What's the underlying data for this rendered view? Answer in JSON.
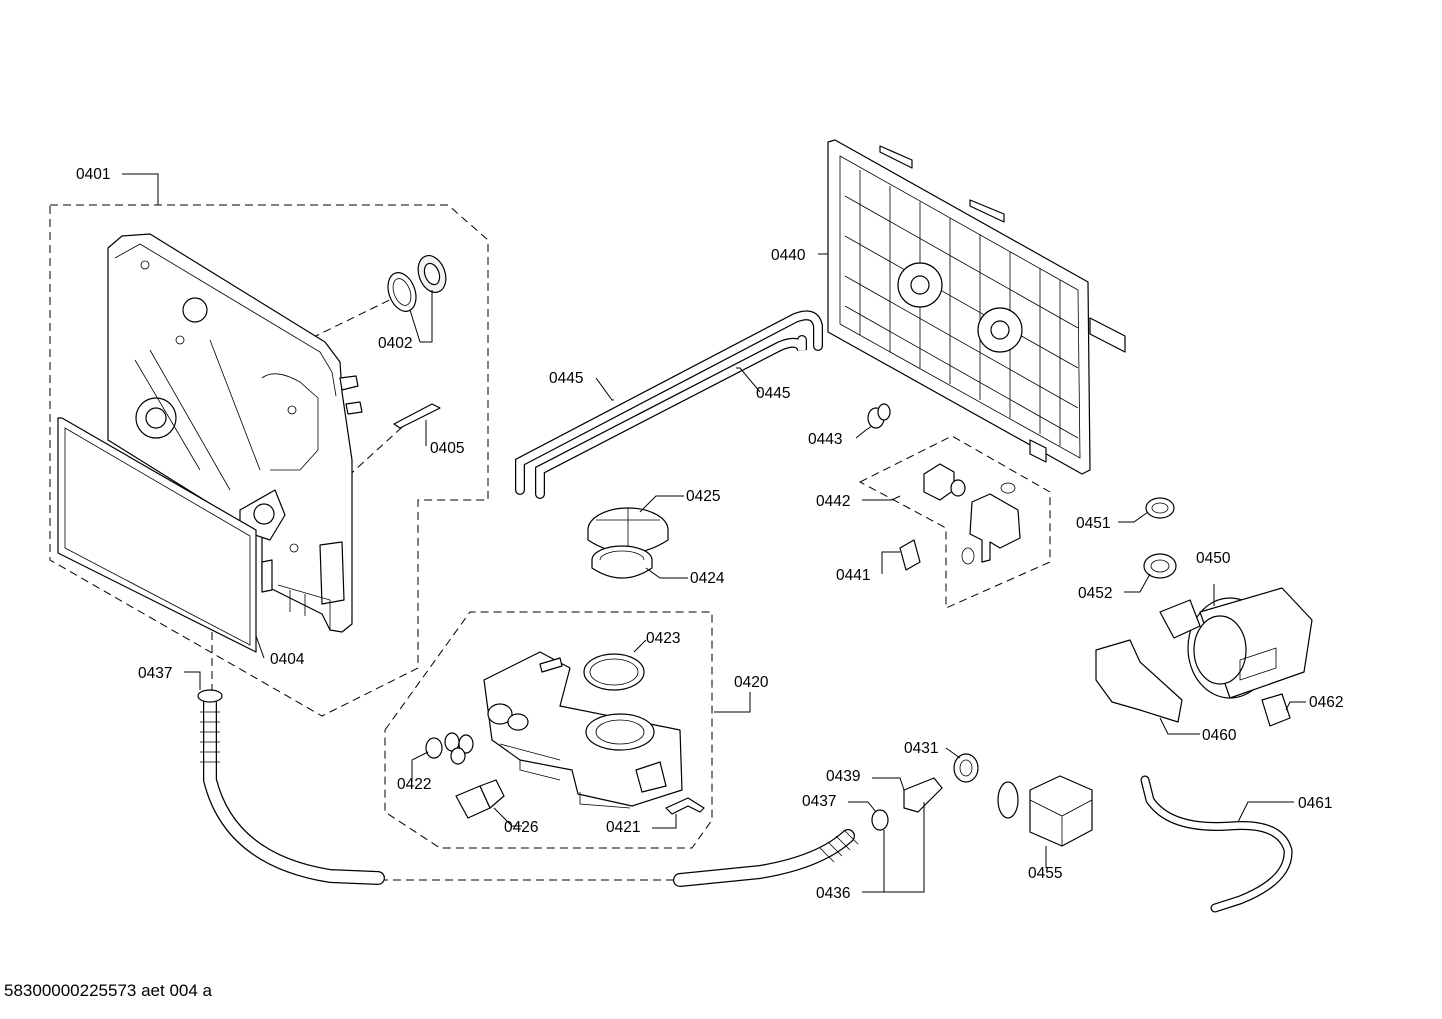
{
  "labels": {
    "l0401": "0401",
    "l0402": "0402",
    "l0405": "0405",
    "l0404": "0404",
    "l0437a": "0437",
    "l0445a": "0445",
    "l0445b": "0445",
    "l0425": "0425",
    "l0424": "0424",
    "l0423": "0423",
    "l0420": "0420",
    "l0422": "0422",
    "l0426": "0426",
    "l0421": "0421",
    "l0440": "0440",
    "l0443": "0443",
    "l0442": "0442",
    "l0441": "0441",
    "l0451": "0451",
    "l0452": "0452",
    "l0450": "0450",
    "l0460": "0460",
    "l0462": "0462",
    "l0431": "0431",
    "l0439": "0439",
    "l0437b": "0437",
    "l0436": "0436",
    "l0455": "0455",
    "l0461": "0461"
  },
  "footer": {
    "document_id": "58300000225573 aet 004 a"
  }
}
